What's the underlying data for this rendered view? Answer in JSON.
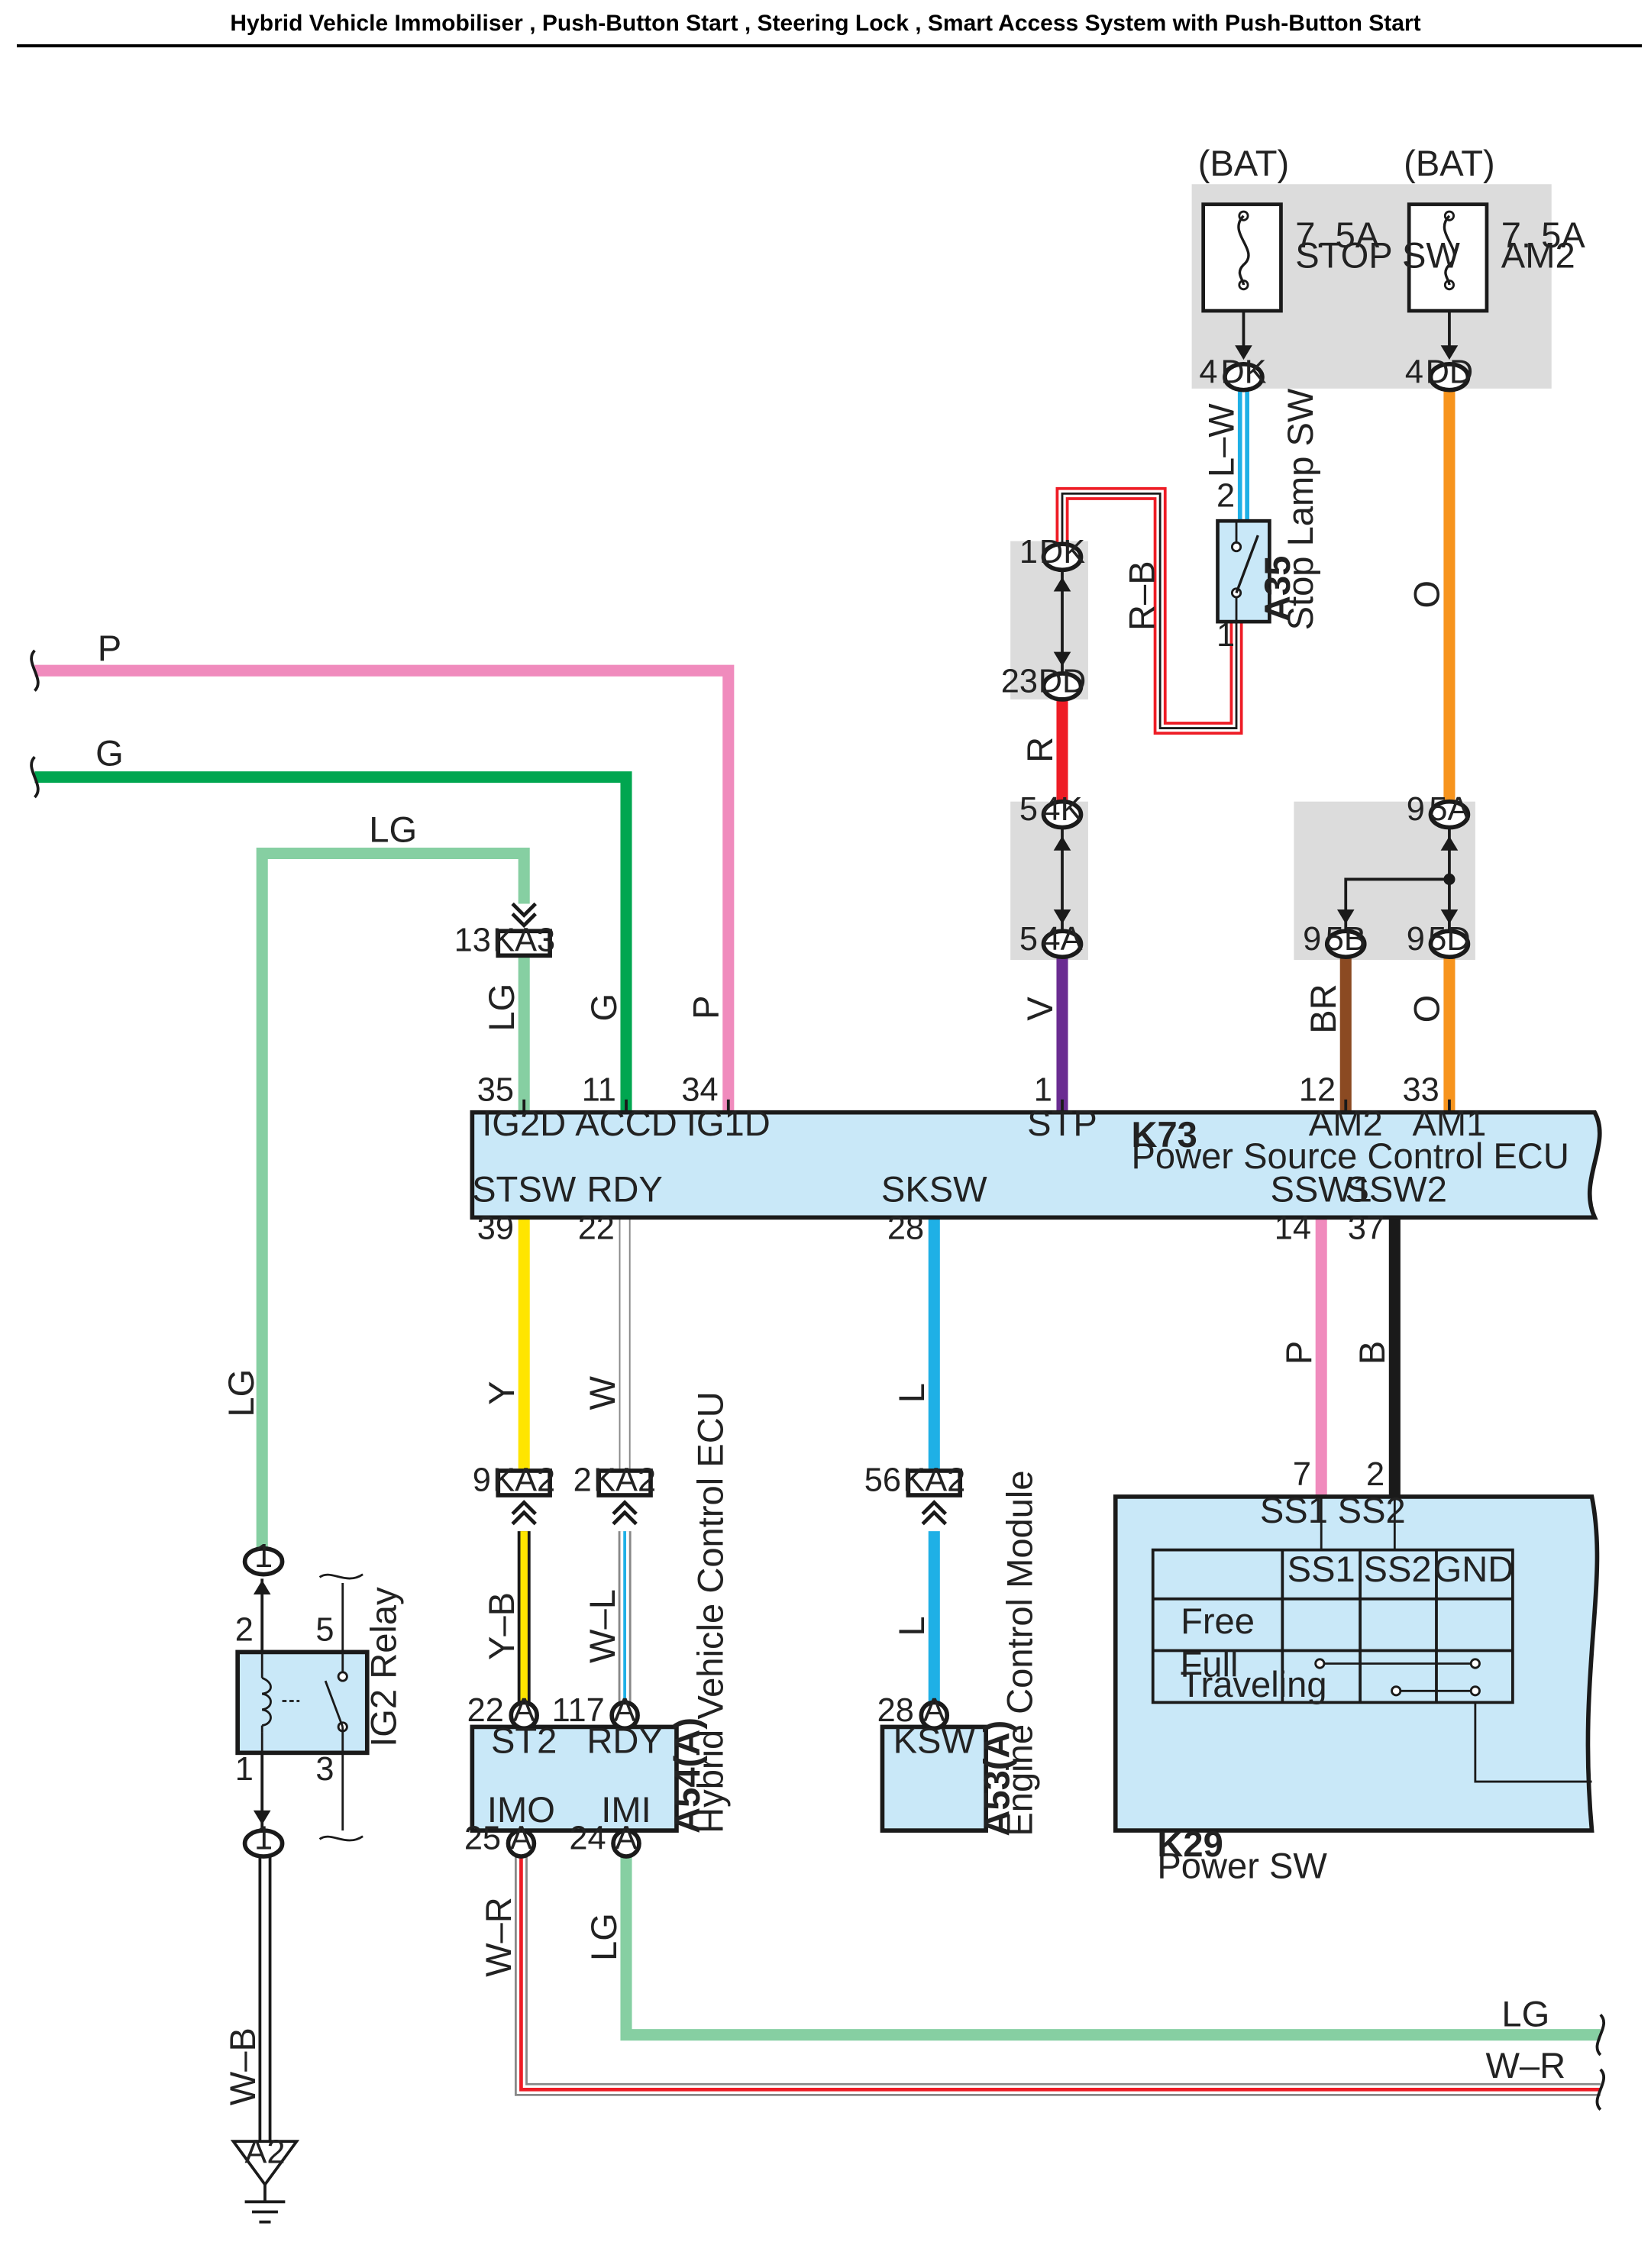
{
  "title": "Hybrid Vehicle Immobiliser , Push-Button Start , Steering Lock , Smart Access System with Push-Button Start",
  "colors": {
    "P": "#f08bbd",
    "G": "#00a650",
    "LG": "#86cfa2",
    "L": "#1fb0e6",
    "R": "#ee1c25",
    "V": "#6a2c91",
    "BR": "#8b4a22",
    "O": "#f7941d",
    "Y": "#ffe500",
    "B": "#1a1a1a",
    "component_fill": "#c9e8f8",
    "junction_fill": "#dcdcdc"
  },
  "fuses": [
    {
      "source": "(BAT)",
      "rating": "7. 5A",
      "name": "STOP SW",
      "pin": "4",
      "connector": "DK"
    },
    {
      "source": "(BAT)",
      "rating": "7. 5A",
      "name": "AM2",
      "pin": "4",
      "connector": "DD"
    }
  ],
  "stop_lamp_sw": {
    "code": "A35",
    "name": "Stop Lamp SW",
    "pin_top": "2",
    "pin_bottom": "1"
  },
  "junctions": {
    "dk1": {
      "pin": "1",
      "connector": "DK"
    },
    "dd23": {
      "pin": "23",
      "connector": "DD"
    },
    "k4": {
      "pin": "5",
      "connector": "4K"
    },
    "a4": {
      "pin": "5",
      "connector": "4A"
    },
    "a5": {
      "pin": "9",
      "connector": "5A"
    },
    "b5": {
      "pin": "9",
      "connector": "5B"
    },
    "d5": {
      "pin": "9",
      "connector": "5D"
    }
  },
  "ecu_k73": {
    "code": "K73",
    "name": "Power Source Control ECU",
    "top_pins": [
      {
        "num": "35",
        "label": "IG2D",
        "wire": "LG"
      },
      {
        "num": "11",
        "label": "ACCD",
        "wire": "G"
      },
      {
        "num": "34",
        "label": "IG1D",
        "wire": "P"
      },
      {
        "num": "1",
        "label": "STP",
        "wire": "V"
      },
      {
        "num": "12",
        "label": "AM2",
        "wire": "BR"
      },
      {
        "num": "33",
        "label": "AM1",
        "wire": "O"
      }
    ],
    "bottom_pins": [
      {
        "num": "39",
        "label": "STSW",
        "wire": "Y"
      },
      {
        "num": "22",
        "label": "RDY",
        "wire": "W"
      },
      {
        "num": "28",
        "label": "SKSW",
        "wire": "L"
      },
      {
        "num": "14",
        "label": "SSW1",
        "wire": "P"
      },
      {
        "num": "37",
        "label": "SSW2",
        "wire": "B"
      }
    ]
  },
  "ka3": {
    "pin": "13",
    "connector": "KA3"
  },
  "ka2": [
    {
      "pin": "9",
      "connector": "KA2"
    },
    {
      "pin": "2",
      "connector": "KA2"
    },
    {
      "pin": "56",
      "connector": "KA2"
    }
  ],
  "wires": {
    "P_left": "P",
    "G_left": "G",
    "LG_upper": "LG",
    "LG_relay": "LG",
    "LW": "L–W",
    "RB": "R–B",
    "R": "R",
    "O_upper": "O",
    "YB": "Y–B",
    "WL": "W–L",
    "L_lower": "L",
    "WR_label": "W–R",
    "LG_bottom": "LG",
    "WB": "W–B",
    "LG_out": "LG",
    "WR_out": "W–R"
  },
  "ig2_relay": {
    "name": "IG2 Relay",
    "pins": [
      "2",
      "5",
      "1",
      "3"
    ],
    "conn_top": "1",
    "conn_bottom": "1"
  },
  "ground": {
    "label": "A2"
  },
  "hv_ecu": {
    "code": "A54(A)",
    "name": "Hybrid Vehicle Control ECU",
    "pins": [
      {
        "num": "22",
        "conn": "A",
        "label": "ST2"
      },
      {
        "num": "117",
        "conn": "A",
        "label": "RDY"
      },
      {
        "num": "25",
        "conn": "A",
        "label": "IMO"
      },
      {
        "num": "24",
        "conn": "A",
        "label": "IMI"
      }
    ]
  },
  "engine_ecu": {
    "code": "A53(A)",
    "name": "Engine Control Module",
    "pin": "28",
    "conn": "A",
    "label": "KSW"
  },
  "power_sw": {
    "code": "K29",
    "name": "Power SW",
    "pins": [
      {
        "num": "7",
        "label": "SS1"
      },
      {
        "num": "2",
        "label": "SS2"
      }
    ],
    "table": {
      "headers": [
        "SS1",
        "SS2",
        "GND"
      ],
      "rows": [
        "Free",
        "Full Traveling"
      ]
    }
  }
}
